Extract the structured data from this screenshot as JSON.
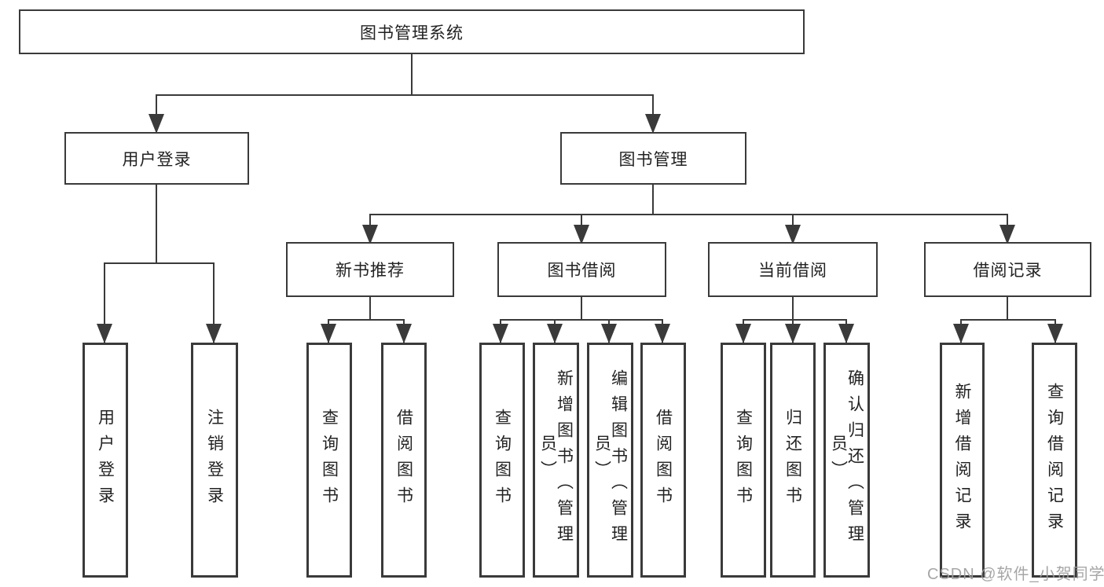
{
  "diagram": {
    "root": {
      "label": "图书管理系统"
    },
    "level2": [
      {
        "label": "用户登录"
      },
      {
        "label": "图书管理"
      }
    ],
    "level3": [
      {
        "label": "新书推荐"
      },
      {
        "label": "图书借阅"
      },
      {
        "label": "当前借阅"
      },
      {
        "label": "借阅记录"
      }
    ],
    "leaves": {
      "user": [
        {
          "label": "用户登录"
        },
        {
          "label": "注销登录"
        }
      ],
      "recommend": [
        {
          "label": "查询图书"
        },
        {
          "label": "借阅图书"
        }
      ],
      "borrow": [
        {
          "label": "查询图书"
        },
        {
          "label": "新增图书（管理员）"
        },
        {
          "label": "编辑图书（管理员）"
        },
        {
          "label": "借阅图书"
        }
      ],
      "current": [
        {
          "label": "查询图书"
        },
        {
          "label": "归还图书"
        },
        {
          "label": "确认归还（管理员）"
        }
      ],
      "records": [
        {
          "label": "新增借阅记录"
        },
        {
          "label": "查询借阅记录"
        }
      ]
    },
    "watermark": {
      "text": "CSDN @软件_小贺同学"
    },
    "colors": {
      "line": "#3a3a3a",
      "box_border": "#3a3a3a",
      "text": "#222222",
      "background": "#ffffff",
      "watermark": "#9e9e9e"
    }
  }
}
